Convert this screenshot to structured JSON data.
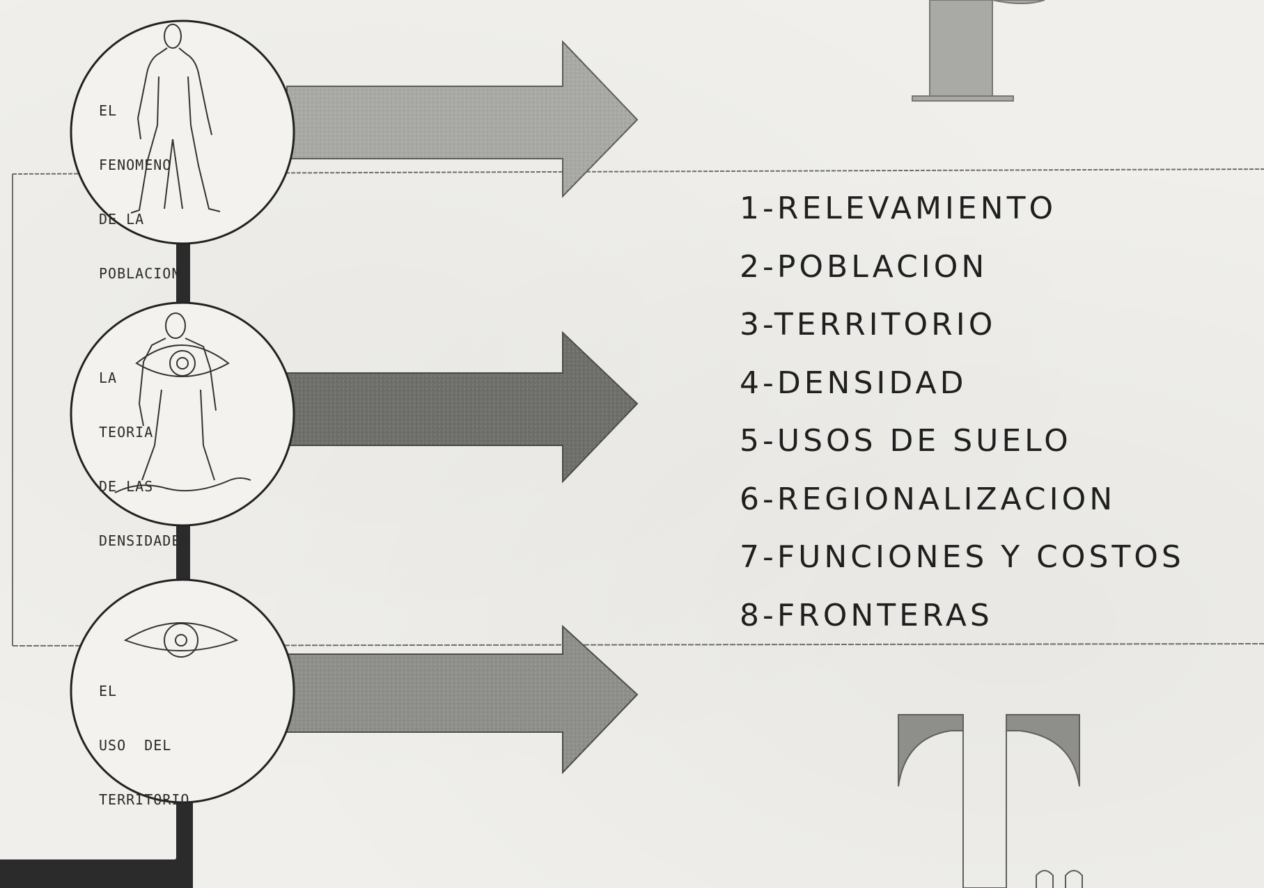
{
  "circles": [
    {
      "id": "poblacion",
      "lines": [
        "EL",
        "FENOMENO",
        "DE LA",
        "POBLACION"
      ],
      "icon": "human-figure-icon"
    },
    {
      "id": "densidades",
      "lines": [
        "LA",
        "TEORIA",
        "DE LAS",
        "DENSIDADES"
      ],
      "icon": "eye-figure-icon"
    },
    {
      "id": "territorio",
      "lines": [
        "EL",
        "USO  DEL",
        "TERRITORIO"
      ],
      "icon": "eye-icon"
    }
  ],
  "list_items": [
    "1-RELEVAMIENTO",
    "2-POBLACION",
    "3-TERRITORIO",
    "4-DENSIDAD",
    "5-USOS DE SUELO",
    "6-REGIONALIZACION",
    "7-FUNCIONES Y COSTOS",
    "8-FRONTERAS"
  ],
  "colors": {
    "paper": "#f0efeb",
    "ink": "#1f1f1f",
    "arrow_light": "#a9a9a6",
    "arrow_dark": "#6b6b69",
    "arrow_mid": "#8f8f8c"
  }
}
